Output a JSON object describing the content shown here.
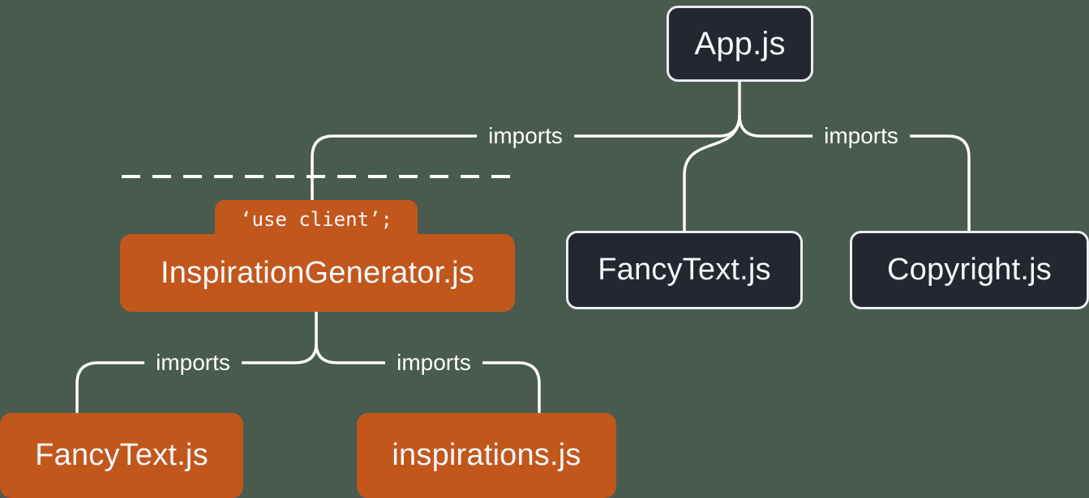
{
  "diagram": {
    "nodes": {
      "app": {
        "label": "App.js",
        "type": "server"
      },
      "inspiration_generator": {
        "label": "InspirationGenerator.js",
        "directive": "‘use client’;",
        "type": "client"
      },
      "fancy_text_top": {
        "label": "FancyText.js",
        "type": "server"
      },
      "copyright": {
        "label": "Copyright.js",
        "type": "server"
      },
      "fancy_text_bottom": {
        "label": "FancyText.js",
        "type": "client"
      },
      "inspirations": {
        "label": "inspirations.js",
        "type": "client"
      }
    },
    "edge_labels": {
      "app_to_inspiration_generator": "imports",
      "app_to_copyright": "imports",
      "inspiration_generator_to_fancy_text": "imports",
      "inspiration_generator_to_inspirations": "imports"
    },
    "colors": {
      "background": "#495A4F",
      "server_node_bg": "#23272F",
      "server_node_border": "#EBECF0",
      "client_node_bg": "#C2571C",
      "connector_line": "#FFFFFF",
      "text": "#FFFFFF"
    }
  }
}
